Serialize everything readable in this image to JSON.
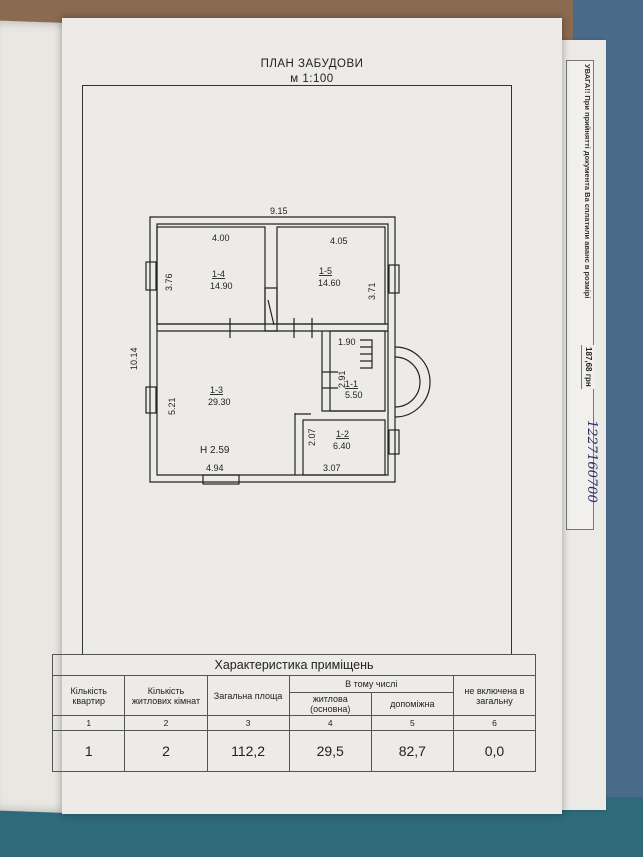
{
  "plan": {
    "title": "ПЛАН ЗАБУДОВИ",
    "scale": "м 1:100",
    "dimensions": {
      "total_width": "9.15",
      "total_height": "10.14",
      "r14_top": "4.00",
      "r14_side": "3.76",
      "r15_top": "4.05",
      "r15_side": "3.71",
      "r13_side": "5.21",
      "r13_bottom": "4.94",
      "r11_top": "1.90",
      "r11_side": "2.91",
      "r12_side": "2.07",
      "r12_bottom": "3.07"
    },
    "rooms": [
      {
        "id": "1-4",
        "area": "14.90"
      },
      {
        "id": "1-5",
        "area": "14.60"
      },
      {
        "id": "1-3",
        "area": "29.30"
      },
      {
        "id": "1-1",
        "area": "5.50"
      },
      {
        "id": "1-2",
        "area": "6.40"
      }
    ],
    "height_label": "Н 2.59"
  },
  "table": {
    "title": "Характеристика приміщень",
    "headers": {
      "apartments": "Кількість квартир",
      "living_rooms": "Кількість житлових кімнат",
      "total_area": "Загальна площа",
      "in_total": "В тому числі",
      "living": "житлова (основна)",
      "auxiliary": "допоміжна",
      "excluded": "не включена в загальну"
    },
    "column_numbers": [
      "1",
      "2",
      "3",
      "4",
      "5",
      "6"
    ],
    "values": [
      "1",
      "2",
      "112,2",
      "29,5",
      "82,7",
      "0,0"
    ]
  },
  "side_note": {
    "text": "УВАГА!! При прийнятті документа Ва сплатили аванс в розмірі",
    "price": "187,68 грн",
    "handwritten": "1227160700"
  }
}
